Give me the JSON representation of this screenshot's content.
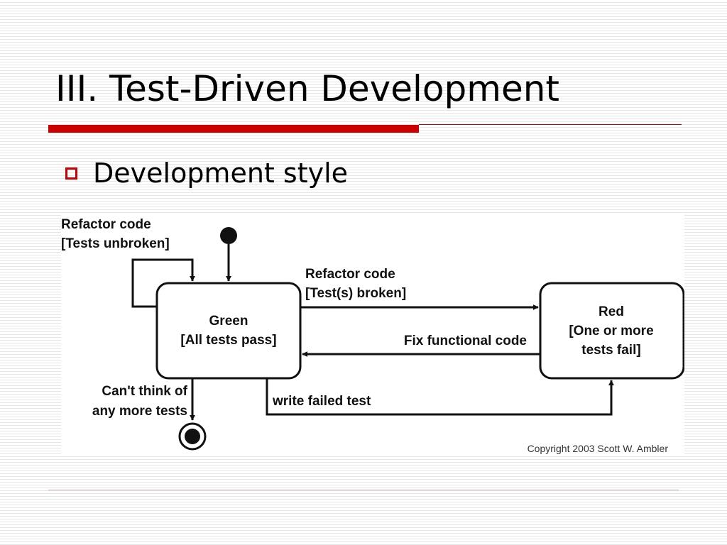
{
  "slide": {
    "title": "III. Test-Driven Development",
    "bullet": "Development style"
  },
  "diagram": {
    "states": {
      "green": {
        "line1": "Green",
        "line2": "[All tests pass]"
      },
      "red": {
        "line1": "Red",
        "line2": "[One or more",
        "line3": "tests fail]"
      }
    },
    "transitions": {
      "refactor_unbroken": {
        "line1": "Refactor code",
        "line2": "[Tests unbroken]"
      },
      "refactor_broken": {
        "line1": "Refactor code",
        "line2": "[Test(s) broken]"
      },
      "fix_functional": "Fix functional code",
      "write_failed_test": "write failed test",
      "cant_think": {
        "line1": "Can't think of",
        "line2": "any more tests"
      }
    },
    "copyright": "Copyright 2003 Scott W. Ambler"
  },
  "colors": {
    "accent": "#cc0000",
    "diagram_line": "#111111",
    "stripe": "#e6e6e6"
  }
}
